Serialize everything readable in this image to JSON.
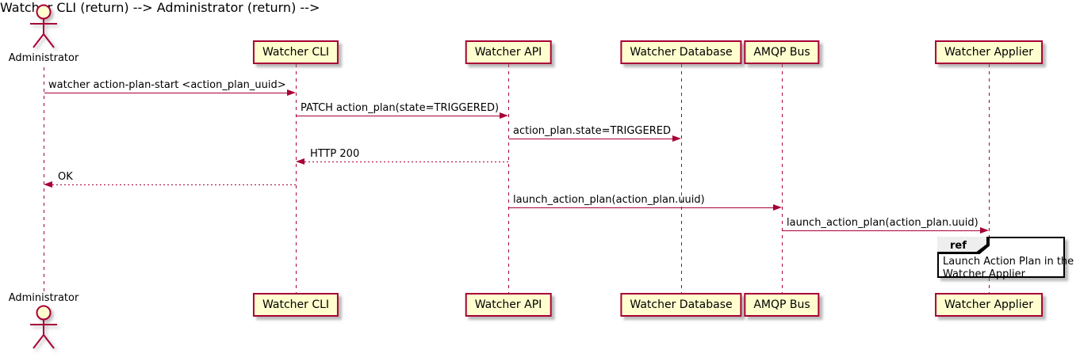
{
  "diagram": {
    "type": "sequence-diagram",
    "participants": [
      {
        "name": "Administrator",
        "kind": "actor"
      },
      {
        "name": "Watcher CLI",
        "kind": "participant"
      },
      {
        "name": "Watcher API",
        "kind": "participant"
      },
      {
        "name": "Watcher Database",
        "kind": "participant"
      },
      {
        "name": "AMQP Bus",
        "kind": "participant"
      },
      {
        "name": "Watcher Applier",
        "kind": "participant"
      }
    ],
    "messages": [
      {
        "from": "Administrator",
        "to": "Watcher CLI",
        "label": "watcher action-plan-start <action_plan_uuid>",
        "style": "solid"
      },
      {
        "from": "Watcher CLI",
        "to": "Watcher API",
        "label": "PATCH action_plan(state=TRIGGERED)",
        "style": "solid"
      },
      {
        "from": "Watcher API",
        "to": "Watcher Database",
        "label": "action_plan.state=TRIGGERED",
        "style": "solid"
      },
      {
        "from": "Watcher API",
        "to": "Watcher CLI",
        "label": "HTTP 200",
        "style": "dashed"
      },
      {
        "from": "Watcher CLI",
        "to": "Administrator",
        "label": "OK",
        "style": "dashed"
      },
      {
        "from": "Watcher API",
        "to": "AMQP Bus",
        "label": "launch_action_plan(action_plan.uuid)",
        "style": "solid"
      },
      {
        "from": "AMQP Bus",
        "to": "Watcher Applier",
        "label": "launch_action_plan(action_plan.uuid)",
        "style": "solid"
      }
    ],
    "ref": {
      "keyword": "ref",
      "line1": "Launch Action Plan in the",
      "line2": "Watcher Applier"
    },
    "colors": {
      "participant_fill": "#FEFECE",
      "participant_border": "#A80036",
      "arrow": "#A80036",
      "text": "#000000",
      "ref_tab_fill": "#EEEEEE",
      "ref_border": "#000000",
      "background": "#FFFFFF"
    }
  }
}
